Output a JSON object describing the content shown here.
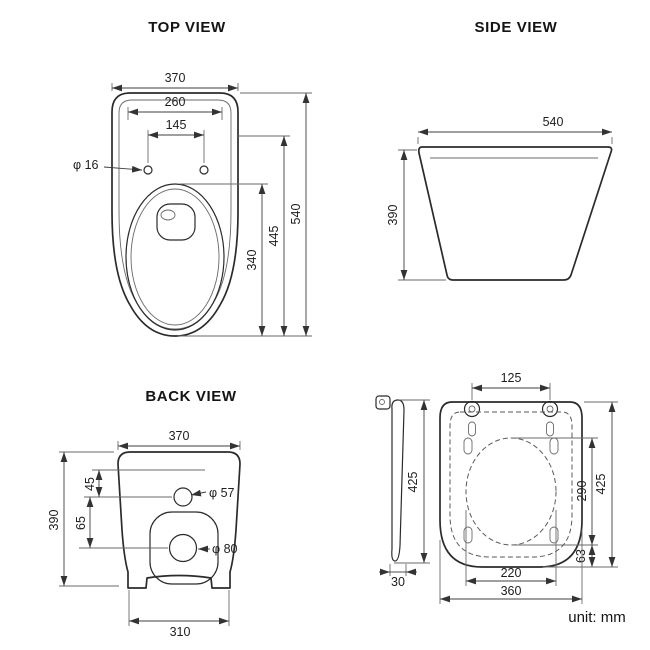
{
  "unit": "unit: mm",
  "titles": {
    "top": "TOP VIEW",
    "side": "SIDE VIEW",
    "back": "BACK VIEW"
  },
  "top_view": {
    "overall_width": "370",
    "inner_width": "260",
    "hole_spacing": "145",
    "hole_diameter": "φ 16",
    "overall_length": "540",
    "length_to_holes": "445",
    "bowl_length": "340"
  },
  "side_view": {
    "length": "540",
    "height": "390"
  },
  "back_view": {
    "overall_width": "370",
    "top_to_small_hole": "45",
    "small_hole_diameter": "φ 57",
    "hole_gap": "65",
    "overall_height": "390",
    "large_hole_diameter": "φ 80",
    "base_width": "310"
  },
  "seat_view": {
    "hinge_spacing": "125",
    "side_length": "425",
    "thickness": "30",
    "opening_length": "290",
    "overall_length": "425",
    "rear_offset": "63",
    "opening_width": "220",
    "overall_width": "360"
  },
  "colors": {
    "line": "#2b2b2b",
    "dim_line": "#3f3f3f",
    "background": "#ffffff"
  }
}
